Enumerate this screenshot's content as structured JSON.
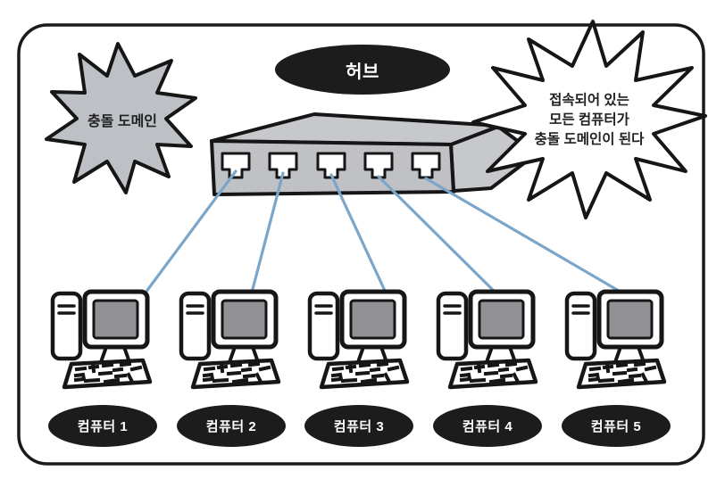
{
  "hub": {
    "label": "허브",
    "port_count": 5
  },
  "collision_domain_star": {
    "label": "충돌 도메인"
  },
  "callout_star": {
    "lines": [
      "접속되어 있는",
      "모든 컴퓨터가",
      "충돌 도메인이 된다"
    ]
  },
  "computers": [
    {
      "label": "컴퓨터 1"
    },
    {
      "label": "컴퓨터 2"
    },
    {
      "label": "컴퓨터 3"
    },
    {
      "label": "컴퓨터 4"
    },
    {
      "label": "컴퓨터 5"
    }
  ],
  "cable_count": 5,
  "colors": {
    "cable_blue": "#7ba6c9",
    "device_gray_top": "#c7c8cc",
    "device_gray_front": "#c0c1c5",
    "starburst_gray": "#bdc0c4",
    "pill_black": "#1c1c1c",
    "screen_gray": "#919195",
    "outline_black": "#161616",
    "background": "#ffffff"
  }
}
